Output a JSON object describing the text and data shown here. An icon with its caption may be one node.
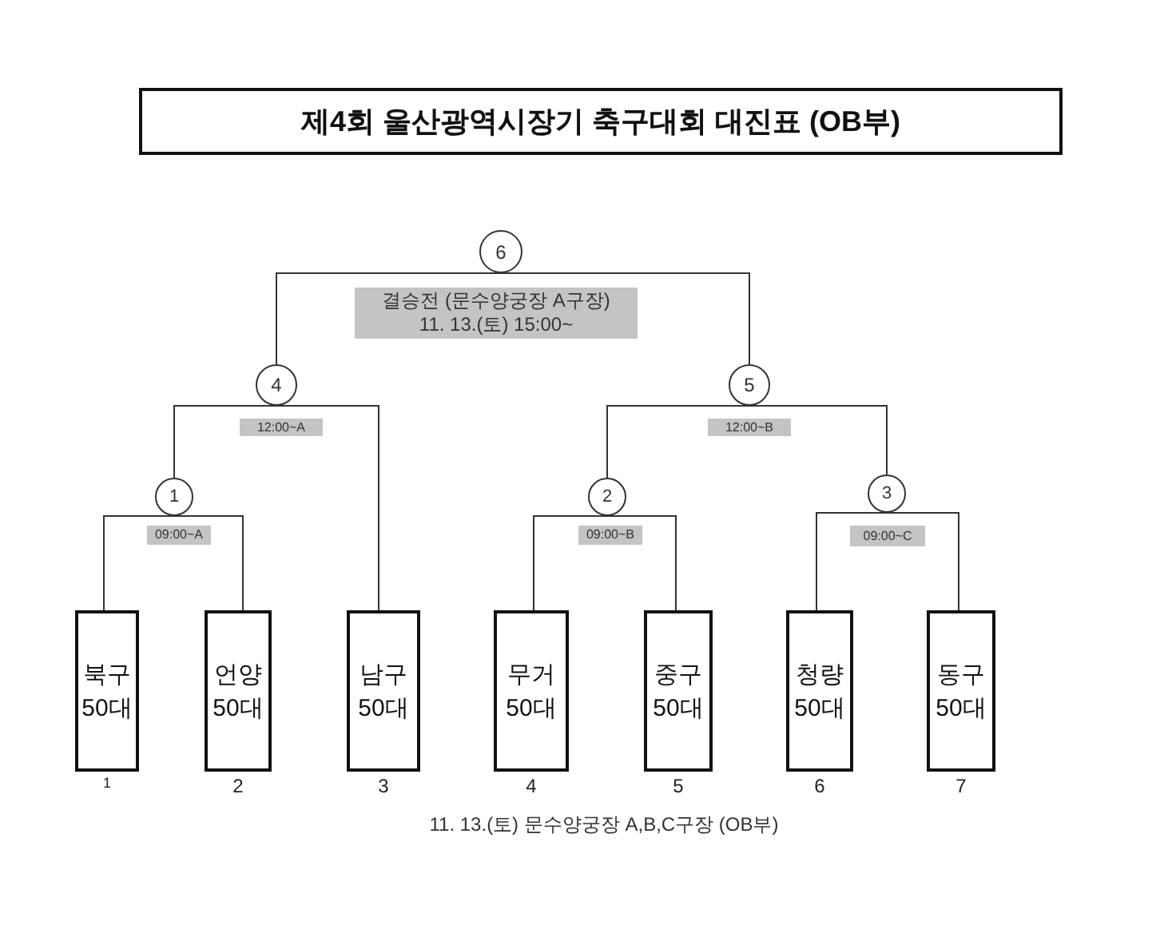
{
  "diagram": {
    "title": "제4회 울산광역시장기 축구대회 대진표 (OB부)",
    "caption": "11. 13.(토) 문수양궁장 A,B,C구장 (OB부)",
    "nodes": [
      {
        "text": [
          "6"
        ]
      },
      {
        "text": [
          "결승전 (문수양궁장 A구장)",
          "11. 13.(토) 15:00~"
        ]
      },
      {
        "text": [
          "4"
        ]
      },
      {
        "text": [
          "5"
        ]
      },
      {
        "text": [
          "12:00~A"
        ]
      },
      {
        "text": [
          "12:00~B"
        ]
      },
      {
        "text": [
          "1"
        ]
      },
      {
        "text": [
          "2"
        ]
      },
      {
        "text": [
          "3"
        ]
      },
      {
        "text": [
          "09:00~A"
        ]
      },
      {
        "text": [
          "09:00~B"
        ]
      },
      {
        "text": [
          "09:00~C"
        ]
      },
      {
        "text": [
          "북구 50대"
        ],
        "beside": [
          "1"
        ]
      },
      {
        "text": [
          "언양 50대"
        ],
        "beside": [
          "2"
        ]
      },
      {
        "text": [
          "남구 50대"
        ],
        "beside": [
          "3"
        ]
      },
      {
        "text": [
          "무거 50대"
        ],
        "beside": [
          "4"
        ]
      },
      {
        "text": [
          "중구 50대"
        ],
        "beside": [
          "5"
        ]
      },
      {
        "text": [
          "청량 50대"
        ],
        "beside": [
          "6"
        ]
      },
      {
        "text": [
          "동구 50대"
        ],
        "beside": [
          "7"
        ]
      }
    ],
    "edges": [
      {
        "from": 0,
        "to": 2,
        "arrow": "none"
      },
      {
        "from": 0,
        "to": 3,
        "arrow": "none"
      },
      {
        "from": 2,
        "to": 6,
        "arrow": "none"
      },
      {
        "from": 2,
        "to": 14,
        "arrow": "none"
      },
      {
        "from": 3,
        "to": 7,
        "arrow": "none"
      },
      {
        "from": 3,
        "to": 8,
        "arrow": "none"
      },
      {
        "from": 6,
        "to": 12,
        "arrow": "none"
      },
      {
        "from": 6,
        "to": 13,
        "arrow": "none"
      },
      {
        "from": 7,
        "to": 15,
        "arrow": "none"
      },
      {
        "from": 7,
        "to": 16,
        "arrow": "none"
      },
      {
        "from": 8,
        "to": 17,
        "arrow": "none"
      },
      {
        "from": 8,
        "to": 18,
        "arrow": "none"
      }
    ]
  }
}
